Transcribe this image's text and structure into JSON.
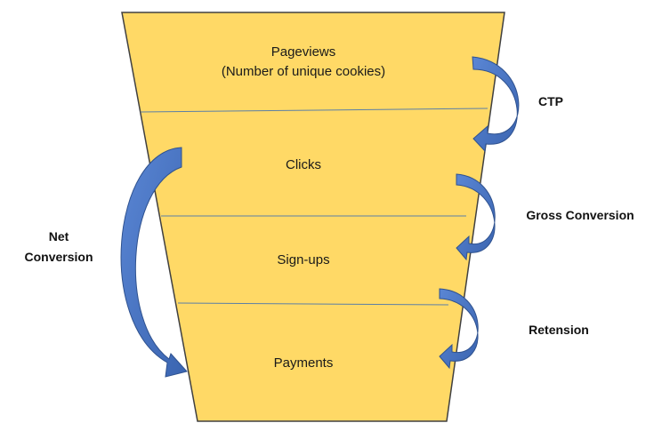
{
  "funnel": {
    "fill_color": "#FFD966",
    "stroke_color": "#404040",
    "divider_color": "#5B7FA6",
    "stages": [
      {
        "line1": "Pageviews",
        "line2": "(Number of unique cookies)"
      },
      {
        "line1": "Clicks",
        "line2": ""
      },
      {
        "line1": "Sign-ups",
        "line2": ""
      },
      {
        "line1": "Payments",
        "line2": ""
      }
    ]
  },
  "arrows": {
    "color": "#4472C4",
    "edge_color": "#2F528F"
  },
  "metrics": {
    "ctp": "CTP",
    "gross_conversion": "Gross Conversion",
    "retension": "Retension",
    "net_conversion_line1": "Net",
    "net_conversion_line2": "Conversion"
  }
}
